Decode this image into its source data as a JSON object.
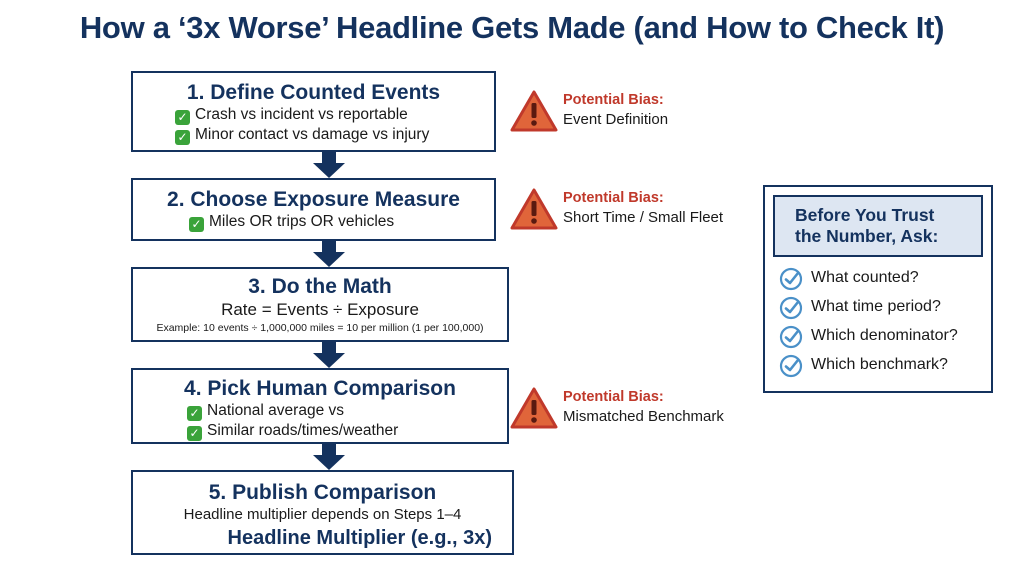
{
  "title": "How a ‘3x Worse’ Headline Gets Made (and How to Check It)",
  "steps": [
    {
      "title": "1. Define Counted Events",
      "items": [
        "Crash vs incident vs reportable",
        "Minor contact vs damage vs injury"
      ]
    },
    {
      "title": "2. Choose Exposure Measure",
      "items": [
        "Miles OR trips OR vehicles"
      ]
    },
    {
      "title": "3. Do the Math",
      "formula": "Rate = Events ÷ Exposure",
      "example": "Example: 10 events ÷ 1,000,000 miles = 10 per million (1 per 100,000)"
    },
    {
      "title": "4. Pick Human Comparison",
      "items": [
        "National average vs",
        "Similar roads/times/weather"
      ]
    },
    {
      "title": "5. Publish Comparison",
      "subtitle": "Headline multiplier depends on Steps 1–4",
      "headline": "Headline Multiplier (e.g., 3x)"
    }
  ],
  "biases": [
    {
      "label": "Potential Bias:",
      "text": "Event Definition"
    },
    {
      "label": "Potential Bias:",
      "text": "Short Time / Small Fleet"
    },
    {
      "label": "Potential Bias:",
      "text": "Mismatched Benchmark"
    }
  ],
  "panel": {
    "header_line1": "Before You Trust",
    "header_line2": "the Number, Ask:",
    "questions": [
      "What counted?",
      "What time period?",
      "Which denominator?",
      "Which benchmark?"
    ]
  },
  "colors": {
    "navy": "#14325e",
    "warning": "#c0392b",
    "warning_fill": "#e0653a",
    "check_green": "#3aa33a",
    "check_blue": "#4a90c8"
  },
  "icons": {
    "check": "check-mark-icon",
    "warning": "warning-triangle-icon",
    "question_check": "circle-check-icon",
    "arrow": "down-arrow-icon"
  }
}
